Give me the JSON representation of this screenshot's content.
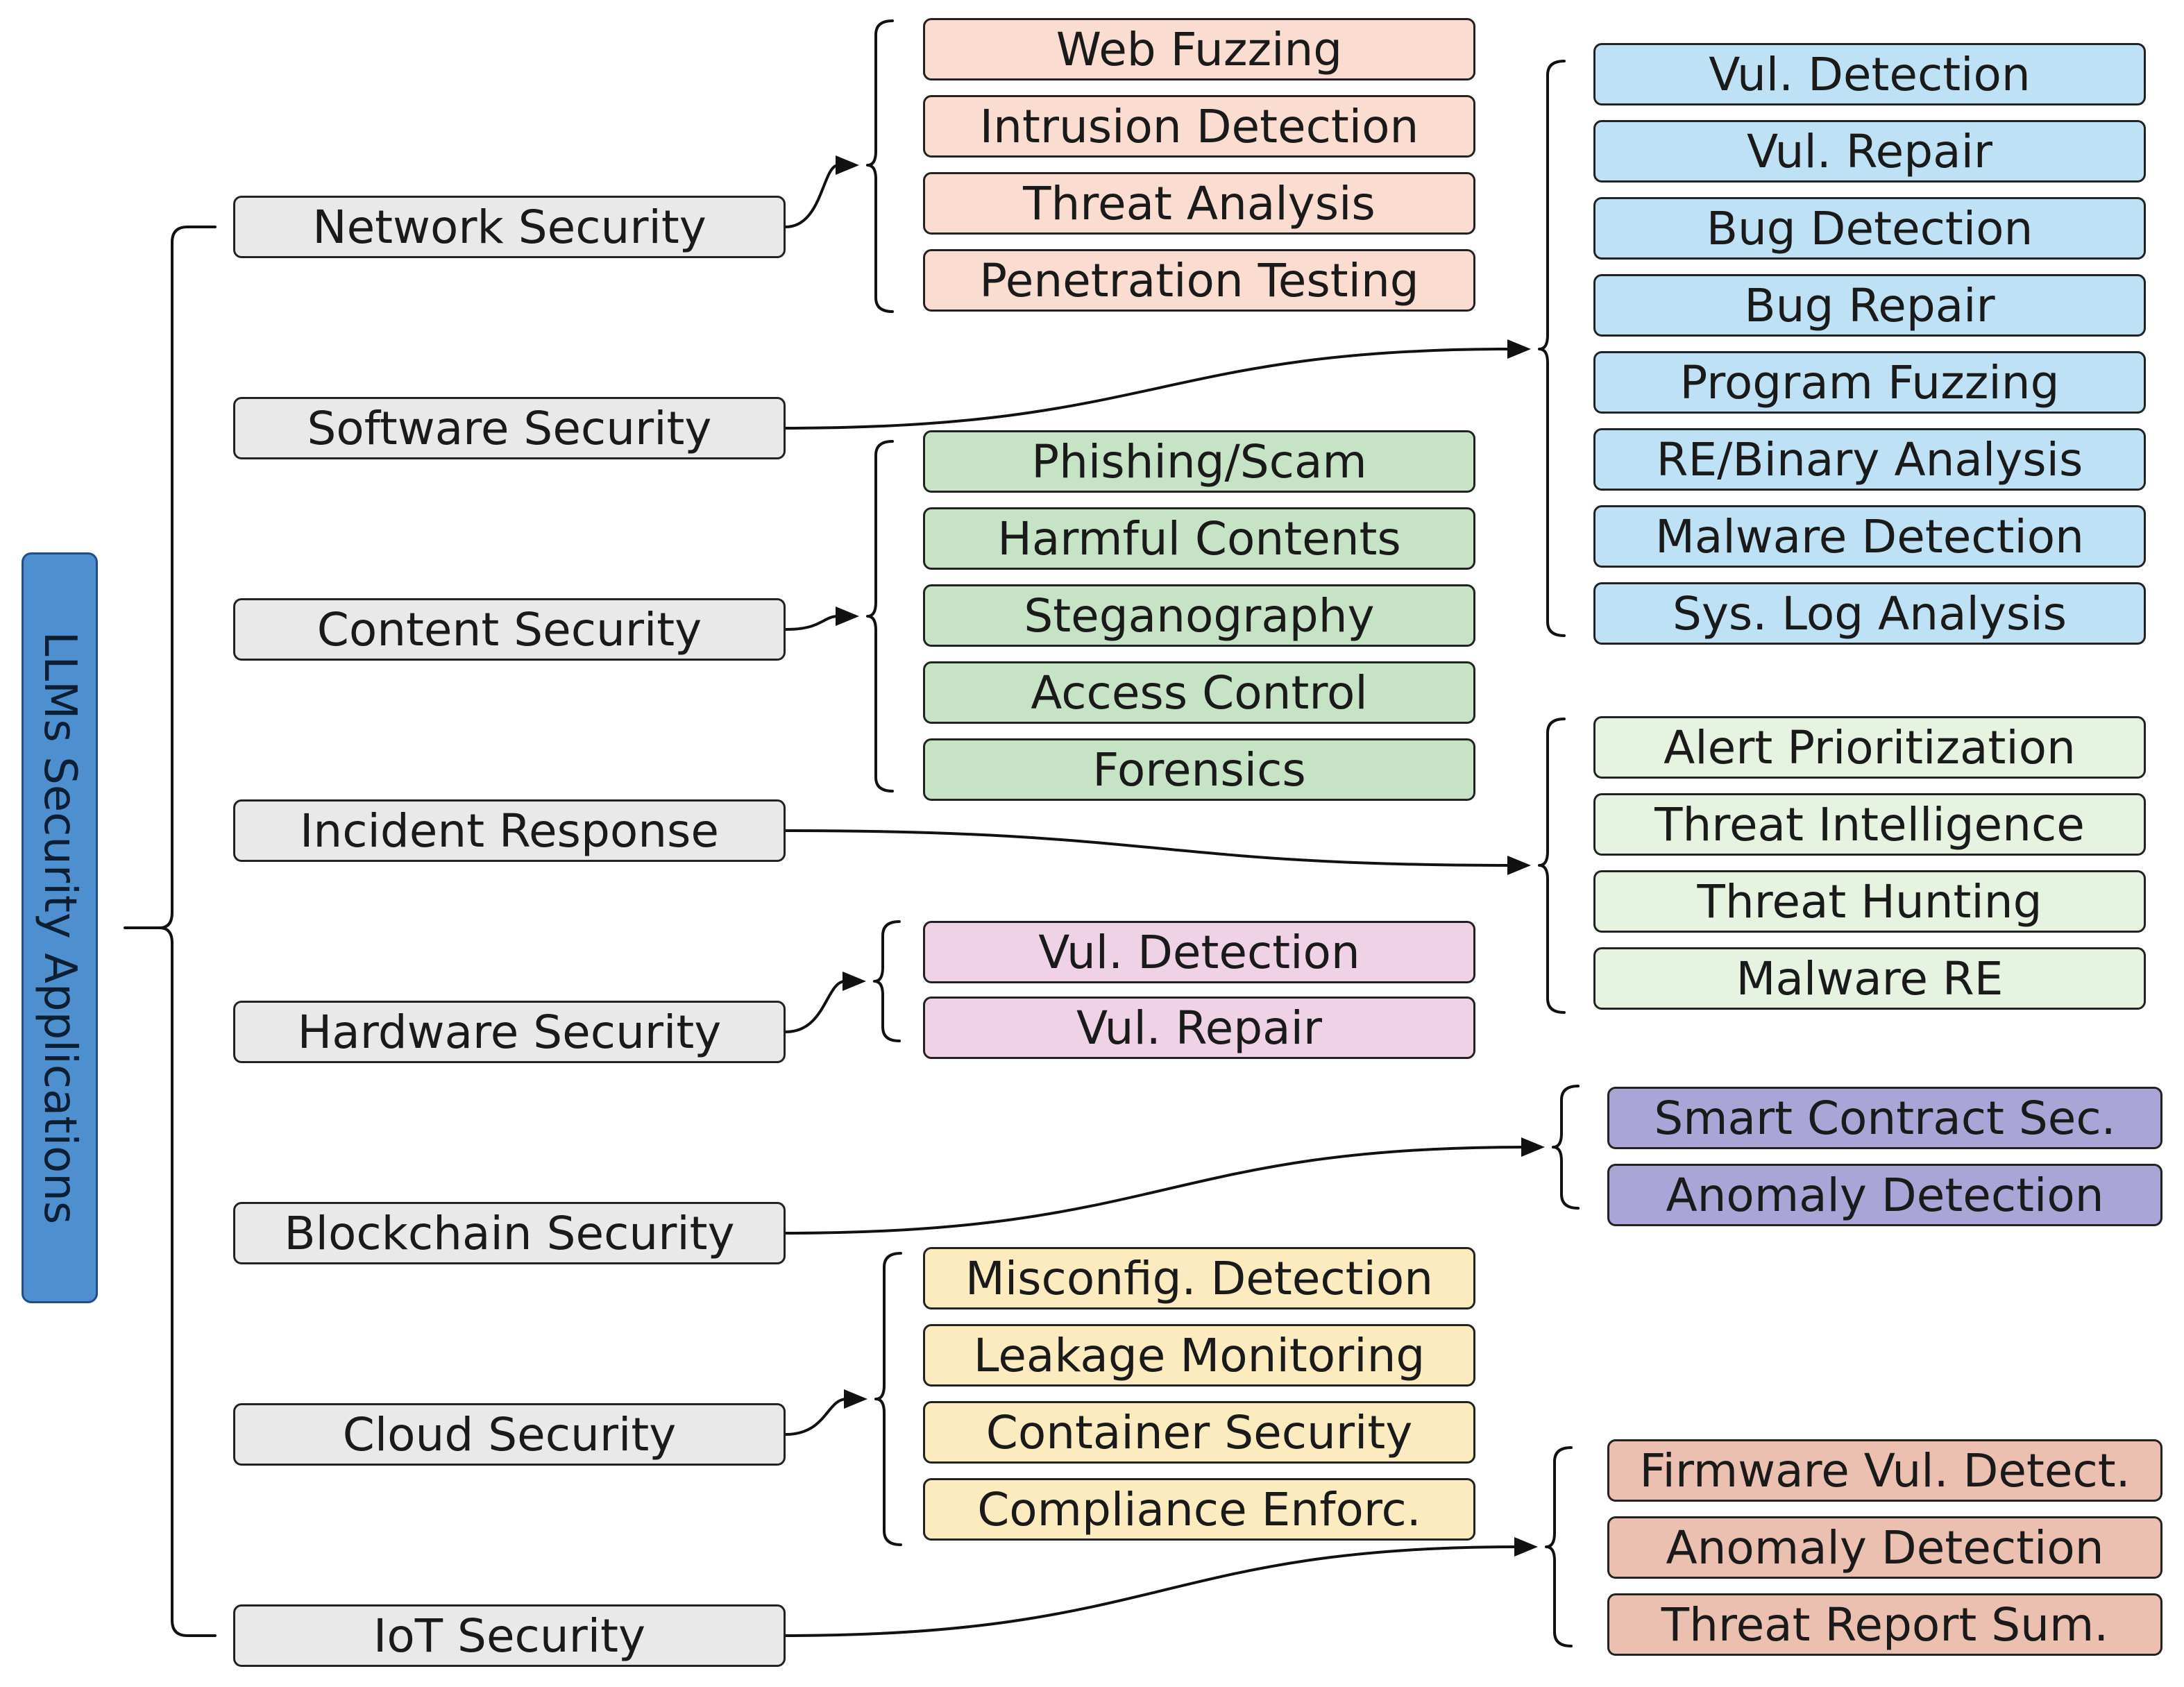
{
  "root": {
    "label": "LLMs Security Applications",
    "color": "#4e8fcf"
  },
  "categories": [
    {
      "label": "Network Security",
      "color": "#e9e9e9"
    },
    {
      "label": "Software Security",
      "color": "#e9e9e9"
    },
    {
      "label": "Content Security",
      "color": "#e9e9e9"
    },
    {
      "label": "Incident Response",
      "color": "#e9e9e9"
    },
    {
      "label": "Hardware Security",
      "color": "#e9e9e9"
    },
    {
      "label": "Blockchain Security",
      "color": "#e9e9e9"
    },
    {
      "label": "Cloud Security",
      "color": "#e9e9e9"
    },
    {
      "label": "IoT Security",
      "color": "#e9e9e9"
    }
  ],
  "groups": [
    {
      "category": "Network Security",
      "color": "#fbdcd0",
      "items": [
        "Web Fuzzing",
        "Intrusion Detection",
        "Threat Analysis",
        "Penetration Testing"
      ]
    },
    {
      "category": "Software Security",
      "color": "#bfe1f5",
      "items": [
        "Vul. Detection",
        "Vul. Repair",
        "Bug Detection",
        "Bug Repair",
        "Program Fuzzing",
        "RE/Binary Analysis",
        "Malware Detection",
        "Sys. Log Analysis"
      ]
    },
    {
      "category": "Content Security",
      "color": "#c6e3c6",
      "items": [
        "Phishing/Scam",
        "Harmful Contents",
        "Steganography",
        "Access Control",
        "Forensics"
      ]
    },
    {
      "category": "Incident Response",
      "color": "#e6f3e1",
      "items": [
        "Alert Prioritization",
        "Threat Intelligence",
        "Threat Hunting",
        "Malware RE"
      ]
    },
    {
      "category": "Hardware Security",
      "color": "#f0d2e6",
      "items": [
        "Vul. Detection",
        "Vul. Repair"
      ]
    },
    {
      "category": "Blockchain Security",
      "color": "#a9a5d6",
      "items": [
        "Smart Contract Sec.",
        "Anomaly Detection"
      ]
    },
    {
      "category": "Cloud Security",
      "color": "#fdebc0",
      "items": [
        "Misconfig. Detection",
        "Leakage Monitoring",
        "Container Security",
        "Compliance Enforc."
      ]
    },
    {
      "category": "IoT Security",
      "color": "#ecc0b1",
      "items": [
        "Firmware Vul. Detect.",
        "Anomaly Detection",
        "Threat Report Sum."
      ]
    }
  ]
}
